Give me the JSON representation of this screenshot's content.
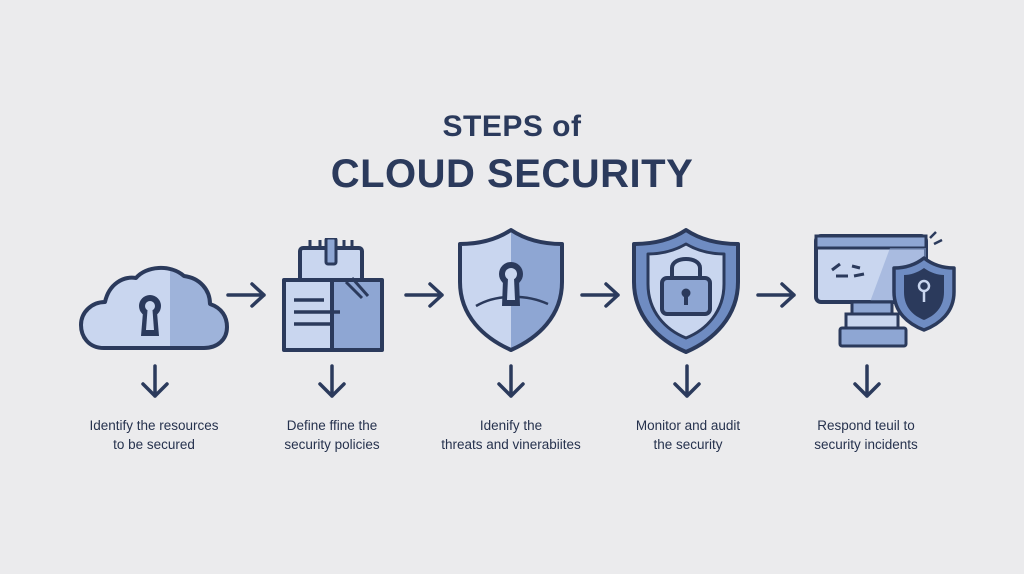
{
  "title": {
    "line1": "STEPS of",
    "line2": "CLOUD SECURITY"
  },
  "colors": {
    "background": "#ebebed",
    "outline": "#2b3a5c",
    "fill_light": "#c9d6ef",
    "fill_mid": "#8ea6d3",
    "fill_dark": "#6f8cc2"
  },
  "steps": [
    {
      "icon": "cloud-lock-icon",
      "line1": "Identify the resources",
      "line2": "to be secured"
    },
    {
      "icon": "policy-document-icon",
      "line1": "Define ffine the",
      "line2": "security policies"
    },
    {
      "icon": "shield-keyhole-icon",
      "line1": "Idenify the",
      "line2": "threats and vinerabiites"
    },
    {
      "icon": "shield-padlock-icon",
      "line1": "Monitor and audit",
      "line2": "the security"
    },
    {
      "icon": "monitor-shield-icon",
      "line1": "Respond teuil to",
      "line2": "security incidents"
    }
  ]
}
